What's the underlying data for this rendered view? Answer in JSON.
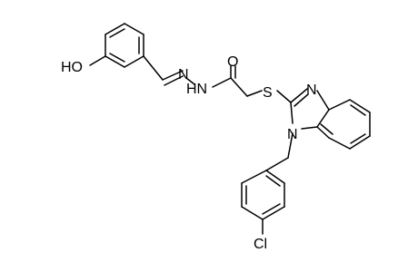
{
  "molecule": {
    "atoms": {
      "hydroxyl_oxygen": "HO",
      "imine_nitrogen": "N",
      "hydrazide_nitrogen": "HN",
      "carbonyl_oxygen": "O",
      "thioether_sulfur": "S",
      "imidazole_nitrogen_3": "N",
      "imidazole_nitrogen_1": "N",
      "chlorine": "Cl"
    },
    "colors": {
      "bond": "#000000",
      "label": "#000000",
      "background": "#ffffff"
    }
  }
}
